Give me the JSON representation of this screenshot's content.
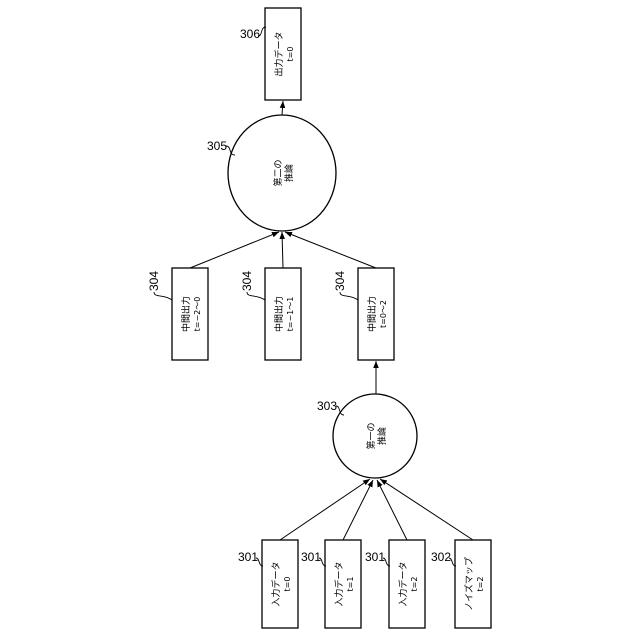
{
  "output": {
    "ref": "306",
    "line1": "出力データ",
    "line2": "t=0"
  },
  "second_inference": {
    "ref": "305",
    "line1": "第二の",
    "line2": "推論"
  },
  "intermediates": [
    {
      "ref": "304",
      "line1": "中間出力",
      "line2": "t=−2〜0"
    },
    {
      "ref": "304",
      "line1": "中間出力",
      "line2": "t=−1〜1"
    },
    {
      "ref": "304",
      "line1": "中間出力",
      "line2": "t=0〜2"
    }
  ],
  "first_inference": {
    "ref": "303",
    "line1": "第一の",
    "line2": "推論"
  },
  "inputs": [
    {
      "ref": "301",
      "line1": "入力データ",
      "line2": "t=0"
    },
    {
      "ref": "301",
      "line1": "入力データ",
      "line2": "t=1"
    },
    {
      "ref": "301",
      "line1": "入力データ",
      "line2": "t=2"
    }
  ],
  "noise_map": {
    "ref": "302",
    "line1": "ノイズマップ",
    "line2": "t=2"
  }
}
